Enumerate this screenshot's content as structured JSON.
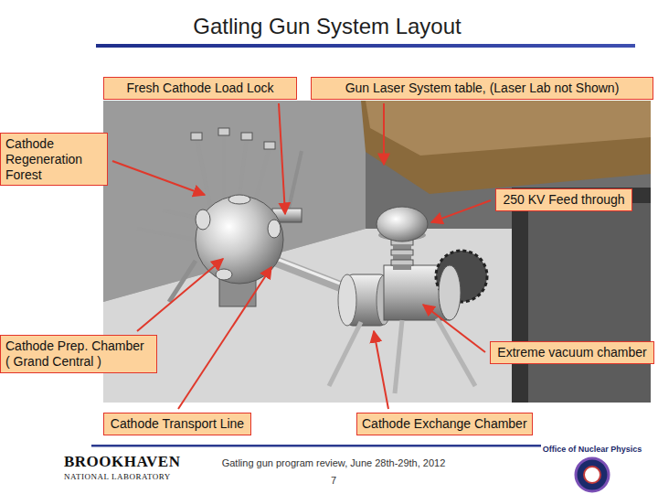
{
  "diagram": {
    "title": "Gatling Gun System Layout",
    "nodes": [
      {
        "text": [
          "Fresh Cathode Load Lock"
        ]
      },
      {
        "text": [
          "Gun Laser System table, (Laser Lab not Shown)"
        ]
      },
      {
        "text": [
          "Cathode Regeneration Forest"
        ]
      },
      {
        "text": [
          "250 KV Feed through"
        ]
      },
      {
        "text": [
          "Extreme vacuum chamber"
        ]
      },
      {
        "text": [
          "Cathode Prep. Chamber ( Grand Central )"
        ]
      },
      {
        "text": [
          "Cathode Transport Line"
        ]
      },
      {
        "text": [
          "Cathode Exchange Chamber"
        ]
      }
    ],
    "labels": [
      "Gatling gun program review, June 28th-29th, 2012",
      "7",
      "BROOKHAVEN",
      "NATIONAL LABORATORY",
      "Office of Nuclear Physics"
    ]
  }
}
